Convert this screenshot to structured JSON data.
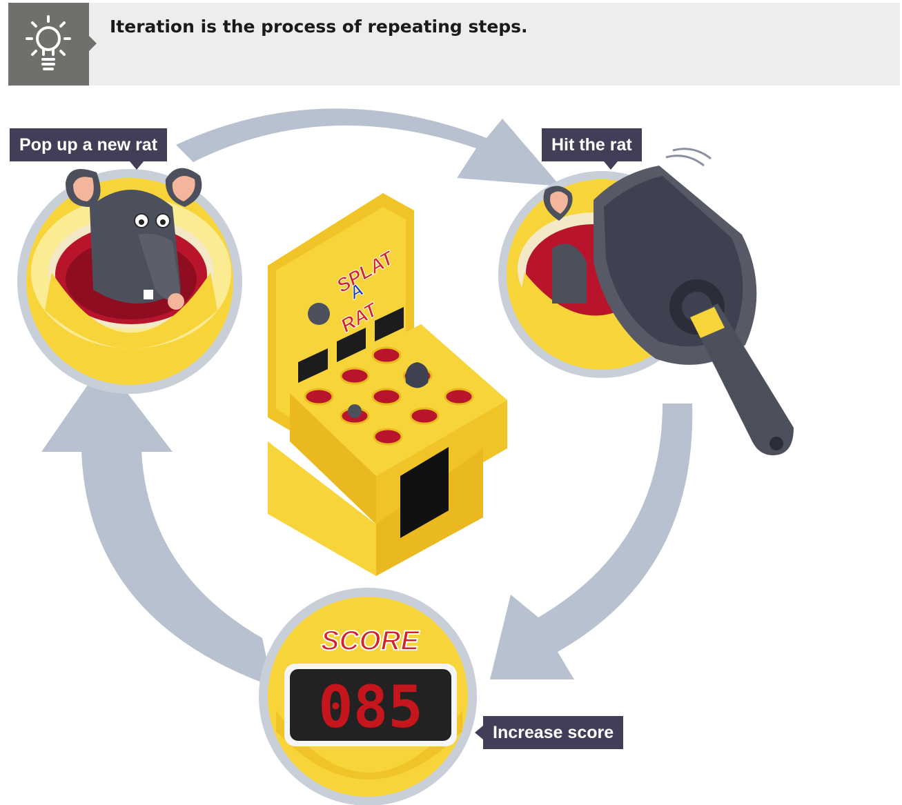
{
  "banner": {
    "icon": "lightbulb-icon",
    "text": "Iteration is the process of repeating steps."
  },
  "steps": {
    "pop": "Pop up a new rat",
    "hit": "Hit the rat",
    "score": "Increase score"
  },
  "arcade": {
    "title_line1": "SPLAT",
    "title_line2": "A",
    "title_line3": "RAT"
  },
  "score_panel": {
    "title": "SCORE",
    "value": "085"
  },
  "colors": {
    "arrow": "#b7c1cf",
    "label_bg": "#413e57",
    "yellow": "#f7d43a",
    "red": "#b8142b",
    "rat": "#4c4f5c",
    "banner_bg": "#ededed",
    "icon_bg": "#706f6b"
  }
}
